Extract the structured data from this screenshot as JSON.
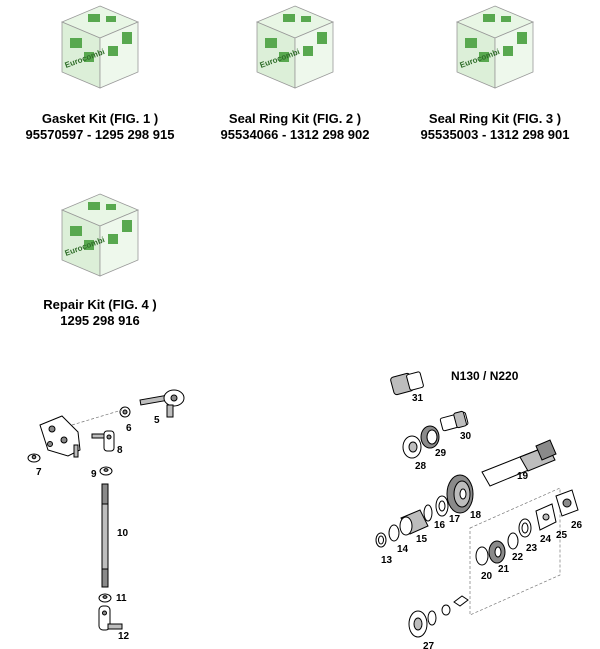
{
  "kits": [
    {
      "title": "Gasket Kit (FIG. 1 )",
      "part_numbers": "95570597 - 1295 298 915",
      "brand": "Eurocombi"
    },
    {
      "title": "Seal Ring Kit (FIG. 2 )",
      "part_numbers": "95534066 - 1312 298 902",
      "brand": "Eurocombi"
    },
    {
      "title": "Seal Ring Kit (FIG. 3 )",
      "part_numbers": "95535003 - 1312 298 901",
      "brand": "Eurocombi"
    },
    {
      "title": "Repair Kit (FIG. 4 )",
      "part_numbers": "1295 298 916",
      "brand": "Eurocombi"
    }
  ],
  "diagram": {
    "model": "N130 / N220",
    "callouts": [
      "5",
      "6",
      "7",
      "8",
      "9",
      "10",
      "11",
      "12",
      "13",
      "14",
      "15",
      "16",
      "17",
      "18",
      "19",
      "20",
      "21",
      "22",
      "23",
      "24",
      "25",
      "26",
      "27",
      "28",
      "29",
      "30",
      "31"
    ]
  },
  "colors": {
    "box_green": "#7cc576",
    "box_light": "#dff2dc",
    "outline": "#000000"
  }
}
